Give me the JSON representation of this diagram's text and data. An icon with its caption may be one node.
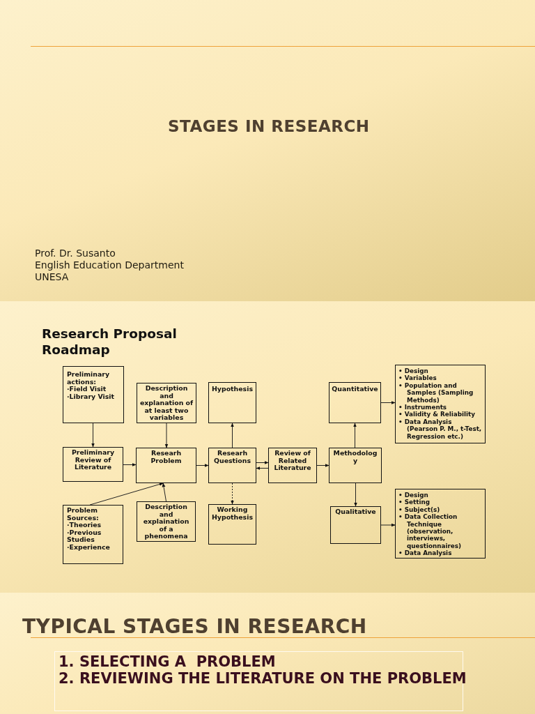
{
  "diagram": {
    "title": "Research Proposal Roadmap",
    "nodes": [
      {
        "text": [
          "Preliminary actions:",
          "·Field Visit",
          "·Library Visit"
        ]
      },
      {
        "text": [
          "Description and explanation of at least two variables"
        ]
      },
      {
        "text": [
          "Hypothesis"
        ]
      },
      {
        "text": [
          "Quantitative"
        ]
      },
      {
        "text": [
          "• Design",
          "• Variables",
          "• Population and Samples (Sampling Methods)",
          "• Instruments",
          "• Validity & Reliability",
          "• Data Analysis (Pearson P. M., t-Test, Regression etc.)"
        ]
      },
      {
        "text": [
          "Preliminary Review of Literature"
        ]
      },
      {
        "text": [
          "Researh Problem"
        ]
      },
      {
        "text": [
          "Researh Questions"
        ]
      },
      {
        "text": [
          "Review of Related Literature"
        ]
      },
      {
        "text": [
          "Methodology"
        ]
      },
      {
        "text": [
          "Problem Sources:",
          "·Theories",
          "·Previous Studies",
          "·Experience"
        ]
      },
      {
        "text": [
          "Description and explaination of a phenomena"
        ]
      },
      {
        "text": [
          "Working Hypothesis"
        ]
      },
      {
        "text": [
          "Qualitative"
        ]
      },
      {
        "text": [
          "• Design",
          "• Setting",
          "• Subject(s)",
          "• Data Collection Technique (observation, interviews, questionnaires)",
          "• Data Analysis"
        ]
      }
    ],
    "edges": [
      {
        "from": 0,
        "to": 5,
        "arrow": "to"
      },
      {
        "from": 1,
        "to": 6,
        "arrow": "to"
      },
      {
        "from": 5,
        "to": 6,
        "arrow": "to"
      },
      {
        "from": 6,
        "to": 7,
        "arrow": "to"
      },
      {
        "from": 7,
        "to": 2,
        "arrow": "to"
      },
      {
        "from": 7,
        "to": 12,
        "arrow": "to",
        "style": "dashed"
      },
      {
        "from": 7,
        "to": 8,
        "arrow": "to"
      },
      {
        "from": 8,
        "to": 7,
        "arrow": "to"
      },
      {
        "from": 8,
        "to": 9,
        "arrow": "to"
      },
      {
        "from": 9,
        "to": 3,
        "arrow": "to"
      },
      {
        "from": 9,
        "to": 13,
        "arrow": "to"
      },
      {
        "from": 3,
        "to": 4,
        "arrow": "to"
      },
      {
        "from": 13,
        "to": 14,
        "arrow": "to"
      },
      {
        "from": 10,
        "to": 6,
        "arrow": "to"
      },
      {
        "from": 11,
        "to": 6,
        "arrow": "to"
      }
    ],
    "labels": [
      "STAGES IN RESEARCH",
      "Prof. Dr. Susanto",
      "English Education Department",
      "UNESA",
      "TYPICAL STAGES IN RESEARCH",
      "1. SELECTING A  PROBLEM",
      "2. REVIEWING THE LITERATURE ON THE PROBLEM"
    ]
  }
}
